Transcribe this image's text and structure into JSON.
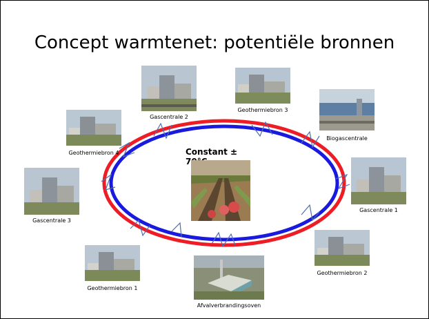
{
  "slide": {
    "title": "Concept warmtenet: potentiële bronnen",
    "center_label": "Constant ± 70°C"
  },
  "sources": {
    "gascentrale_2": "Gascentrale 2",
    "geothermiebron_3": "Geothermiebron 3",
    "biogascentrale": "Biogascentrale",
    "geothermiebron_4": "Geothermiebron 4",
    "gascentrale_1": "Gascentrale 1",
    "gascentrale_3": "Gascentrale 3",
    "geothermiebron_2": "Geothermiebron 2",
    "geothermiebron_1": "Geothermiebron 1",
    "afvalverbrandingsoven": "Afvalverbrandingsoven"
  },
  "colors": {
    "supply_line": "#ee1c25",
    "return_line": "#1a1adf",
    "connection_arrows": "#4f6fb0"
  },
  "icons": {
    "center_photo": "greenhouse-photo",
    "plant_photos": "power-plant-photo"
  }
}
